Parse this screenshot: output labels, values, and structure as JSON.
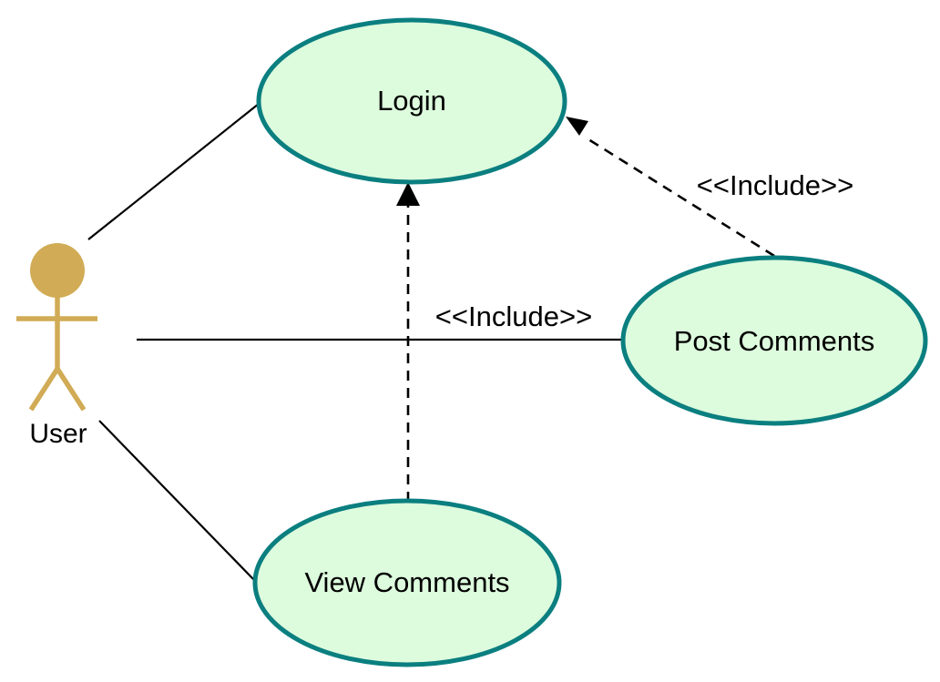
{
  "diagram": {
    "type": "uml-use-case",
    "actor": {
      "name": "User"
    },
    "use_cases": [
      {
        "id": "login",
        "label": "Login"
      },
      {
        "id": "post_comments",
        "label": "Post Comments"
      },
      {
        "id": "view_comments",
        "label": "View Comments"
      }
    ],
    "associations": [
      {
        "from": "User",
        "to": "Login"
      },
      {
        "from": "User",
        "to": "Post Comments"
      },
      {
        "from": "User",
        "to": "View Comments"
      }
    ],
    "includes": [
      {
        "from": "Post Comments",
        "to": "Login",
        "label": "<<Include>>"
      },
      {
        "from": "View Comments",
        "to": "Login",
        "label": "<<Include>>"
      }
    ]
  },
  "colors": {
    "background": "#ffffff",
    "usecase_fill": "#ddfbdd",
    "usecase_stroke": "#0b7f80",
    "actor": "#d1ab55",
    "line": "#000000",
    "text": "#000000"
  }
}
